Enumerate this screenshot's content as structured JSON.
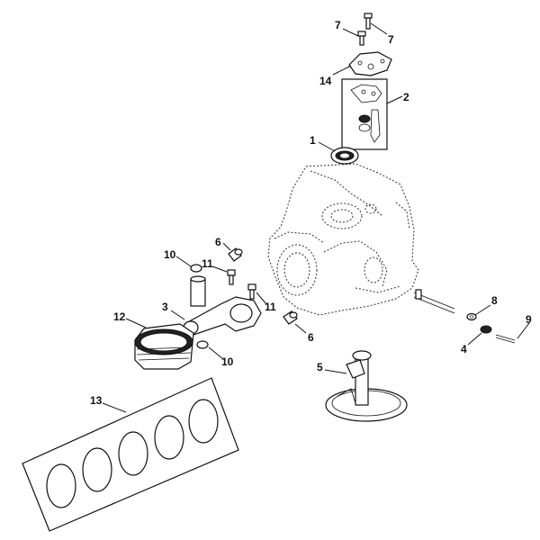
{
  "diagram": {
    "callouts": [
      {
        "id": "c1",
        "label": "1"
      },
      {
        "id": "c2",
        "label": "2"
      },
      {
        "id": "c3",
        "label": "3"
      },
      {
        "id": "c4",
        "label": "4"
      },
      {
        "id": "c5",
        "label": "5"
      },
      {
        "id": "c6a",
        "label": "6"
      },
      {
        "id": "c6b",
        "label": "6"
      },
      {
        "id": "c7a",
        "label": "7"
      },
      {
        "id": "c7b",
        "label": "7"
      },
      {
        "id": "c8",
        "label": "8"
      },
      {
        "id": "c9",
        "label": "9"
      },
      {
        "id": "c10a",
        "label": "10"
      },
      {
        "id": "c10b",
        "label": "10"
      },
      {
        "id": "c11a",
        "label": "11"
      },
      {
        "id": "c11b",
        "label": "11"
      },
      {
        "id": "c12",
        "label": "12"
      },
      {
        "id": "c13",
        "label": "13"
      },
      {
        "id": "c14",
        "label": "14"
      }
    ]
  }
}
